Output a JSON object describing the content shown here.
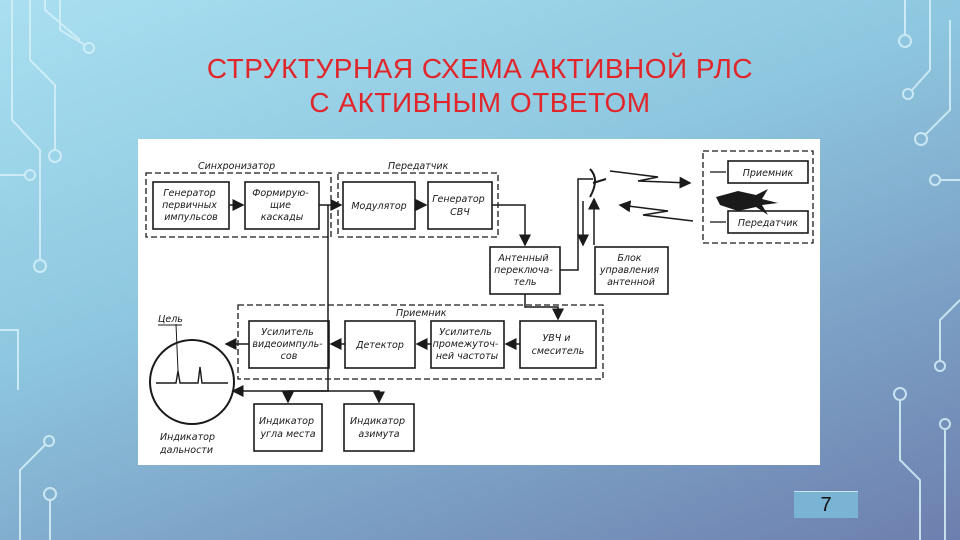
{
  "slide": {
    "title_line1": "СТРУКТУРНАЯ СХЕМА АКТИВНОЙ РЛС",
    "title_line2": "С АКТИВНЫМ ОТВЕТОМ",
    "page_number": "7"
  },
  "diagram": {
    "group_synchronizer": "Синхронизатор",
    "group_transmitter": "Передатчик",
    "group_receiver": "Приемник",
    "block_primary_pulse_gen": [
      "Генератор",
      "первичных",
      "импульсов"
    ],
    "block_shaping": [
      "Формирую-",
      "щие",
      "каскады"
    ],
    "block_modulator": [
      "Модулятор"
    ],
    "block_microwave_gen": [
      "Генератор",
      "СВЧ"
    ],
    "block_antenna_switch": [
      "Антенный",
      "переключа-",
      "тель"
    ],
    "block_antenna_control": [
      "Блок",
      "управления",
      "антенной"
    ],
    "block_rf_amp_mixer": [
      "УВЧ и",
      "смеситель"
    ],
    "block_if_amp": [
      "Усилитель",
      "промежуточ-",
      "ней частоты"
    ],
    "block_detector": [
      "Детектор"
    ],
    "block_video_amp": [
      "Усилитель",
      "видеоимпуль-",
      "сов"
    ],
    "block_elevation_indicator": [
      "Индикатор",
      "угла места"
    ],
    "block_azimuth_indicator": [
      "Индикатор",
      "азимута"
    ],
    "target_label": "Цель",
    "range_indicator_label": [
      "Индикатор",
      "дальности"
    ],
    "transponder_receiver": "Приемник",
    "transponder_transmitter": "Передатчик"
  }
}
